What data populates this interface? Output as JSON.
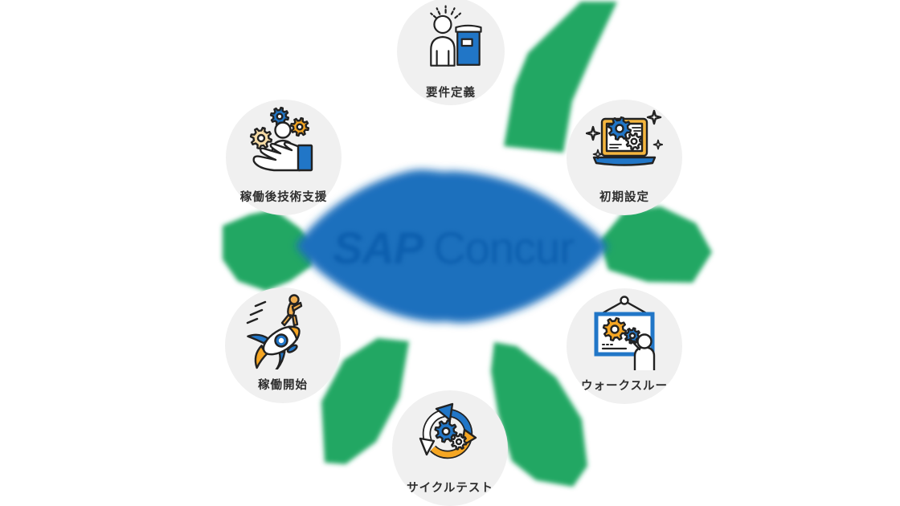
{
  "center": {
    "logo_sap": "SAP",
    "logo_concur": "Concur",
    "blob_color": "#1b6fbd",
    "logo_text_color": "#0d5fae"
  },
  "nodes": [
    {
      "id": "requirements",
      "label": "要件定義",
      "icon": "person-book-icon"
    },
    {
      "id": "initial-setup",
      "label": "初期設定",
      "icon": "laptop-gears-icon"
    },
    {
      "id": "walkthrough",
      "label": "ウォークスルー",
      "icon": "presentation-board-icon"
    },
    {
      "id": "cycle-test",
      "label": "サイクルテスト",
      "icon": "cycle-gears-icon"
    },
    {
      "id": "go-live",
      "label": "稼働開始",
      "icon": "rocket-launch-icon"
    },
    {
      "id": "post-launch-support",
      "label": "稼働後技術支援",
      "icon": "hand-support-icon"
    }
  ],
  "colors": {
    "arrow_green": "#22a763",
    "node_circle_bg": "#f0f0f0",
    "icon_blue": "#2176c7",
    "icon_yellow": "#f5a623",
    "icon_pale_yellow": "#f7dca6",
    "icon_outline": "#222222",
    "label_text": "#2e2e2e"
  }
}
